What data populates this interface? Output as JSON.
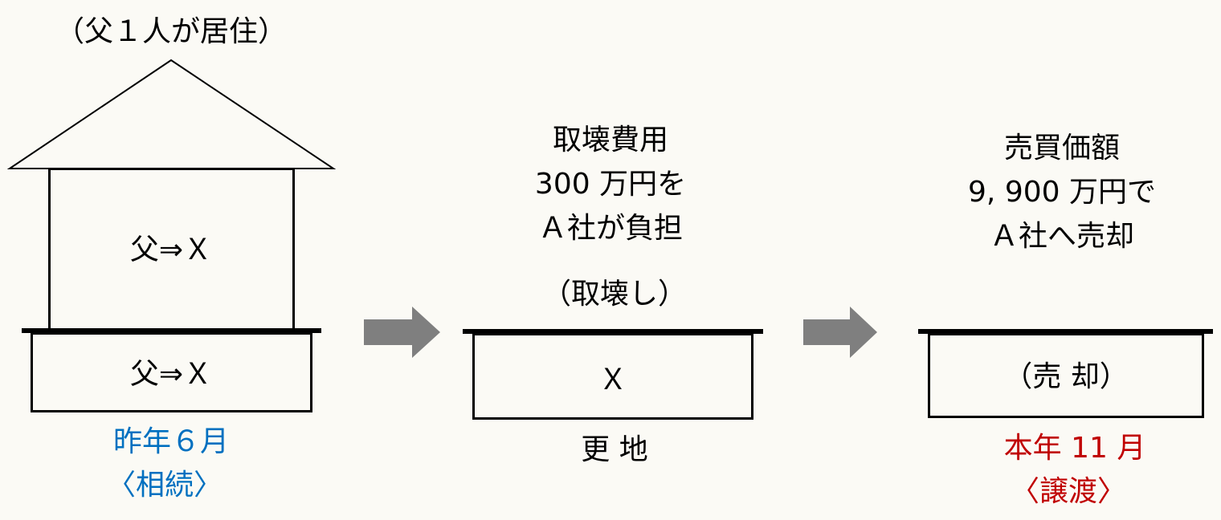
{
  "colors": {
    "blue": "#0070c0",
    "red": "#c00000",
    "arrow": "#7f7f7f",
    "background": "#fbfaf5"
  },
  "stage1": {
    "caption": "（父１人が居住）",
    "house_label": "父⇒Ｘ",
    "land_label": "父⇒Ｘ",
    "date": "昨年６月",
    "event": "〈相続〉"
  },
  "stage2": {
    "note_lines": [
      "取壊費用",
      "300 万円を",
      "Ａ社が負担"
    ],
    "action": "（取壊し）",
    "land_label": "Ｘ",
    "status": "更 地"
  },
  "stage3": {
    "note_lines": [
      "売買価額",
      "9, 900 万円で",
      "Ａ社へ売却"
    ],
    "land_label": "（売 却）",
    "date": "本年 11 月",
    "event": "〈譲渡〉"
  }
}
